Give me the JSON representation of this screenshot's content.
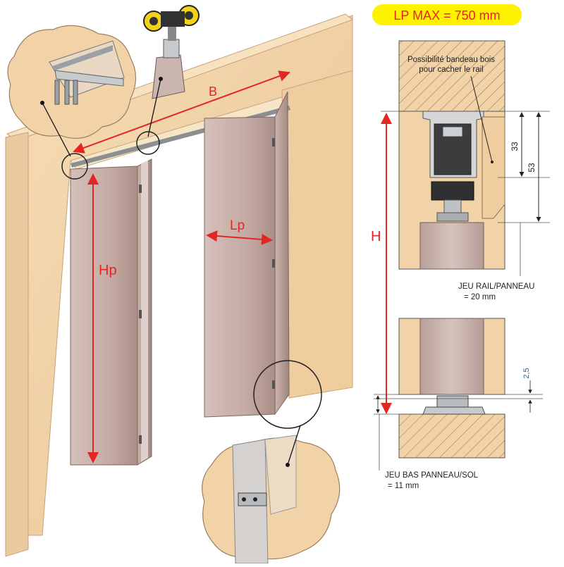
{
  "badge": {
    "text": "LP MAX = 750 mm"
  },
  "labels": {
    "B": "B",
    "Lp": "Lp",
    "Hp": "Hp",
    "H": "H"
  },
  "notes": {
    "bandeau_line1": "Possibilité bandeau bois",
    "bandeau_line2": "pour cacher le rail",
    "jeu_rail_line1": "JEU RAIL/PANNEAU",
    "jeu_rail_line2": "= 20 mm",
    "jeu_bas_line1": "JEU BAS PANNEAU/SOL",
    "jeu_bas_line2": "= 11 mm"
  },
  "dimensions": {
    "d33": "33",
    "d53": "53",
    "d25": "2,5"
  },
  "colors": {
    "wood": "#f2d3a8",
    "wood_dark": "#e3b987",
    "panel": "#c9b0a9",
    "panel_dark": "#a99089",
    "red": "#e32624",
    "badge": "#fff200",
    "metal": "#d4d6d8",
    "dark_metal": "#3a3c3e",
    "yellow_wheel": "#f3d21a"
  }
}
